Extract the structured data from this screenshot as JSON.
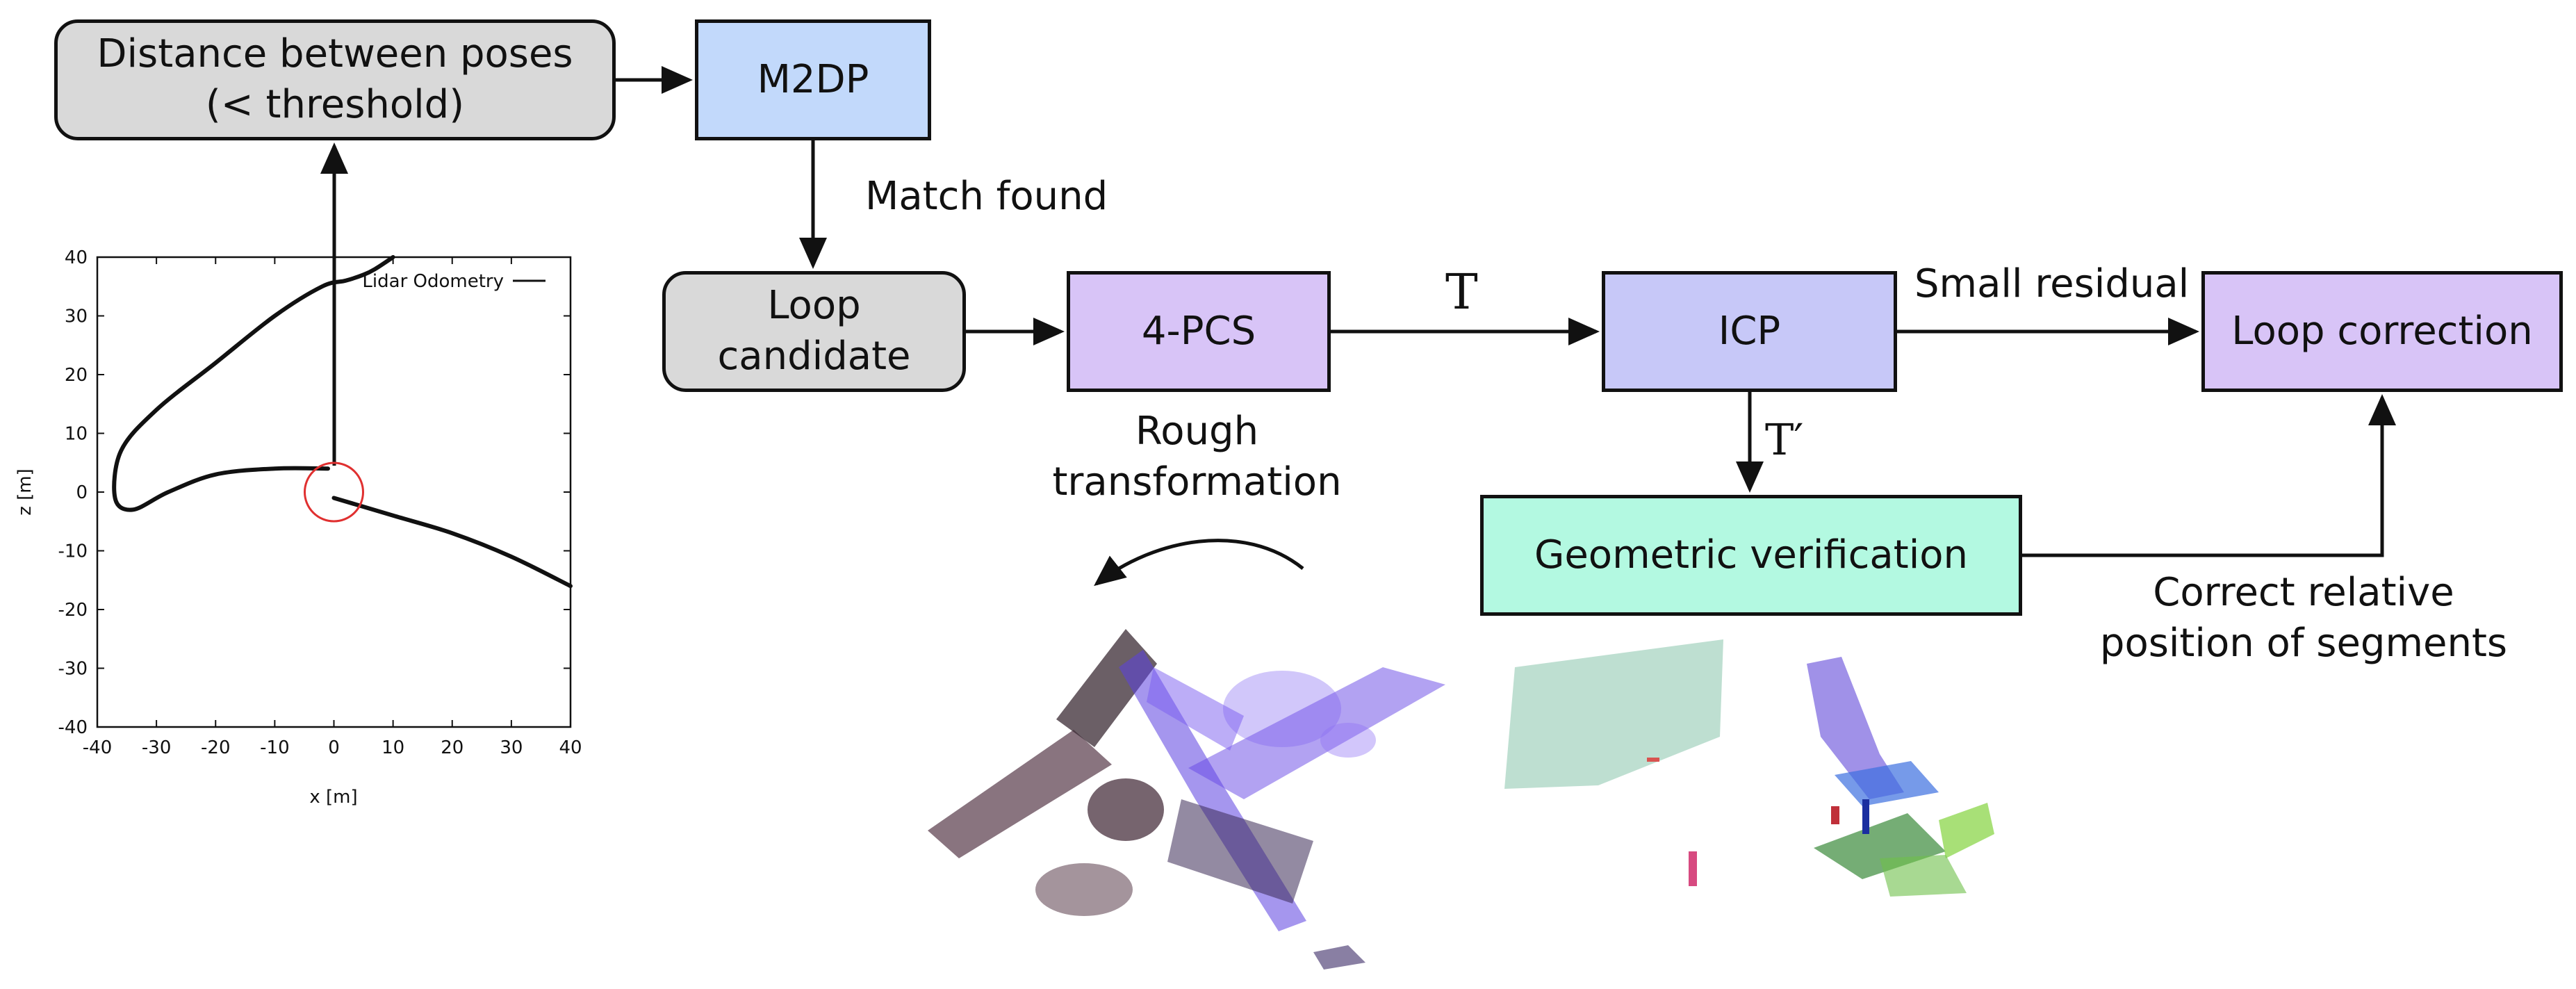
{
  "colors": {
    "gray": "#d9d9d9",
    "blue": "#c2d9fb",
    "purple": "#d8c4f7",
    "periwinkle": "#c7c8f8",
    "mint": "#b3f9e1",
    "red_circle": "#e03030"
  },
  "nodes": {
    "distance": {
      "line1": "Distance between poses",
      "line2": "(< threshold)"
    },
    "m2dp": "M2DP",
    "loop_candidate": {
      "line1": "Loop",
      "line2": "candidate"
    },
    "four_pcs": "4-PCS",
    "icp": "ICP",
    "loop_correction": "Loop correction",
    "geometric_verification": "Geometric verification"
  },
  "edge_labels": {
    "match_found": "Match found",
    "T": "T",
    "T_prime": "T′",
    "small_residual": "Small residual",
    "rough": {
      "line1": "Rough",
      "line2": "transformation"
    },
    "correct": {
      "line1": "Correct relative",
      "line2": "position of segments"
    }
  },
  "chart_data": {
    "type": "line",
    "xlabel": "x [m]",
    "ylabel": "z [m]",
    "xlim": [
      -40,
      40
    ],
    "ylim": [
      -40,
      40
    ],
    "xticks": [
      -40,
      -30,
      -20,
      -10,
      0,
      10,
      20,
      30,
      40
    ],
    "yticks": [
      -40,
      -30,
      -20,
      -10,
      0,
      10,
      20,
      30,
      40
    ],
    "legend": "top-right",
    "series": [
      {
        "name": "Lidar Odometry",
        "x": [
          -1,
          -10,
          -20,
          -28,
          -34,
          -37,
          -36,
          -30,
          -20,
          -10,
          -2,
          2,
          5,
          7,
          10
        ],
        "y": [
          4,
          4,
          3,
          0,
          -3,
          -1,
          7,
          14,
          22,
          30,
          35,
          36,
          37,
          38,
          40
        ]
      },
      {
        "name": "",
        "x": [
          0,
          10,
          20,
          30,
          40
        ],
        "y": [
          -1,
          -4,
          -7,
          -11,
          -16
        ]
      }
    ],
    "circle": {
      "x": 0,
      "y": 0
    }
  },
  "images": {
    "point_cloud_1": "point-cloud-match",
    "point_cloud_2": "segment-verification"
  }
}
